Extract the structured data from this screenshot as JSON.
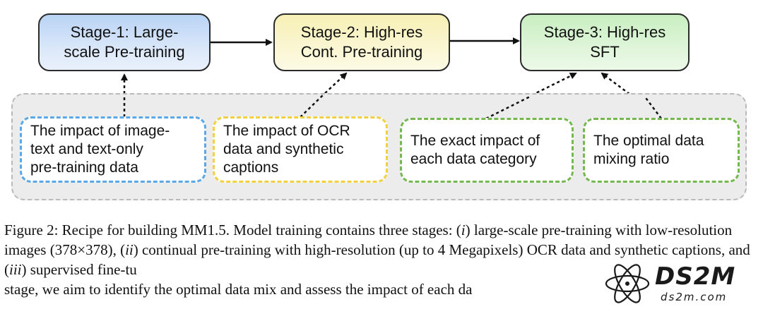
{
  "stages": [
    {
      "label": "Stage-1: Large-\nscale Pre-training",
      "color": "#dfeafa"
    },
    {
      "label": "Stage-2: High-res\nCont. Pre-training",
      "color": "#fbf7d7"
    },
    {
      "label": "Stage-3: High-res\nSFT",
      "color": "#e3f6de"
    }
  ],
  "questions": [
    {
      "text": "The impact of image-\ntext and text-only\npre-training data",
      "border_color": "#5aa8e8"
    },
    {
      "text": "The impact of OCR\ndata and synthetic\ncaptions",
      "border_color": "#f3d040"
    },
    {
      "text": "The exact impact of\neach data category",
      "border_color": "#76b850"
    },
    {
      "text": "The optimal data\nmixing ratio",
      "border_color": "#76b850"
    }
  ],
  "caption": {
    "prefix": "Figure 2: Recipe for building MM1.5. Model training contains three stages: (",
    "i": "i",
    "part1": ") large-scale pre-training with low-resolution images (378×378), (",
    "ii": "ii",
    "part2": ") continual pre-training with high-resolution (up to 4 Megapixels) OCR data and synthetic captions, and (",
    "iii": "iii",
    "part3": ") supervised fine-tu",
    "line4": "stage, we aim to identify the optimal data mix and assess the impact of each da"
  },
  "watermark": {
    "logo": "DS2M",
    "site": "ds2m.com"
  }
}
